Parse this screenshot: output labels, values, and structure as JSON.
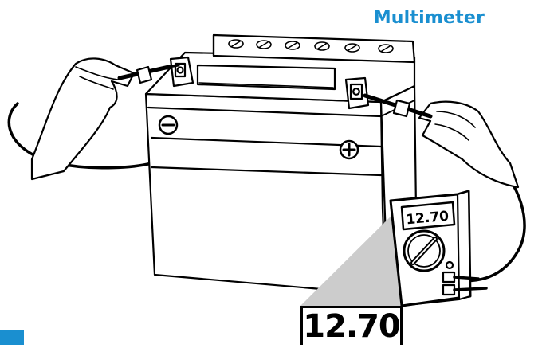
{
  "title": "Multimeter",
  "display_value": "12.70",
  "magnified_value": "12.70",
  "colors": {
    "title": "#1a8fd0",
    "corner_block": "#1a8fd0",
    "line": "#000000",
    "callout": "#cccccc"
  },
  "icons": {
    "negative_terminal": "minus-circle-icon",
    "positive_terminal": "plus-circle-icon"
  }
}
